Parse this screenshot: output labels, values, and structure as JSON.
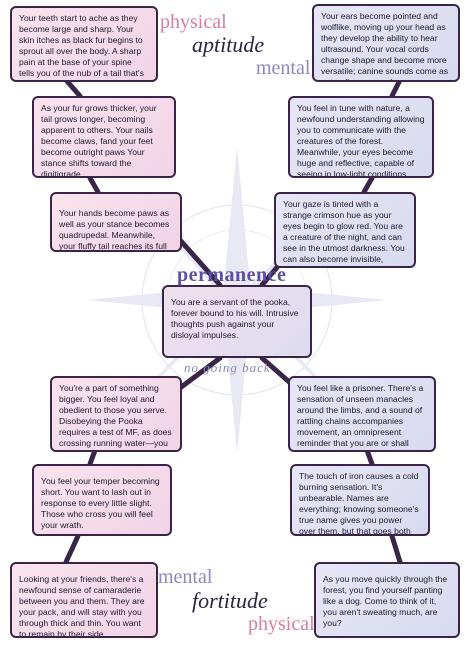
{
  "colors": {
    "physical": "#d87ea2",
    "mental": "#8f86c0",
    "permanence": "#5d4fa3",
    "border": "#3a2548",
    "left_box": "#f4d8e8",
    "right_box": "#dcddf2"
  },
  "labels": {
    "physical_top": "physical",
    "aptitude": "aptitude",
    "mental_top": "mental",
    "permanence": "permanence",
    "no_going_back": "no going back",
    "mental_bottom": "mental",
    "fortitude": "fortitude",
    "physical_bottom": "physical"
  },
  "left_column": [
    "Your teeth start to ache as they become large and sharp. Your skin itches as black fur begins to sprout all over the body. A sharp pain at the base of your spine tells you of the nub of a tail that's starting to grow there.",
    "As your fur grows thicker, your tail grows longer, becoming apparent to others. Your nails become claws, fand your feet become outright paws Your stance shifts toward the digitigrade.",
    "Your hands become paws as well as your stance becomes quadrupedal. Meanwhile, your fluffy tail reaches its full length."
  ],
  "right_column": [
    "Your ears become pointed and wolflike, moving up your head as they develop the ability to hear ultrasound. Your vocal cords change shape and become more versatile; canine sounds come as naturally as speech.",
    "You feel in tune with nature, a newfound understanding allowing you to communicate with the creatures of the forest. Meanwhile, your eyes become huge and reflective, capable of seeing in low-light conditions.",
    "Your gaze is tinted with a strange crimson hue as your eyes begin to glow red. You are a creature of the night, and can see in the utmost darkness. You can also become invisible, though the Pooka has his ways of tracking you."
  ],
  "center": "You are a servant of the pooka, forever bound to his will. Intrusive thoughts push against your disloyal impulses.",
  "lower_left": [
    "You're a part of something bigger. You feel loyal and obedient to those you serve. Disobeying the Pooka requires a test of MF, as does crossing running water—you are fae, after all.",
    "You feel your temper becoming short. You want to lash out in response to every little slight. Those who cross you will feel your wrath.",
    "Looking at your friends, there's a newfound sense of camaraderie between you and them. They are your pack, and will stay with you through thick and thin. You want to remain by their side."
  ],
  "lower_right": [
    "You feel like a prisoner. There's a sensation of unseen manacles around the limbs, and a sound of rattling chains accompanies movement, an omnipresent reminder that you are or shall soon be bound.",
    "The touch of iron causes a cold burning sensation. It's unbearable. Names are everything; knowing someone's true name gives you power over them, but that goes both ways.",
    "As you move quickly through the forest, you find yourself panting like a dog. Come to think of it, you aren't sweating much, are you?"
  ]
}
